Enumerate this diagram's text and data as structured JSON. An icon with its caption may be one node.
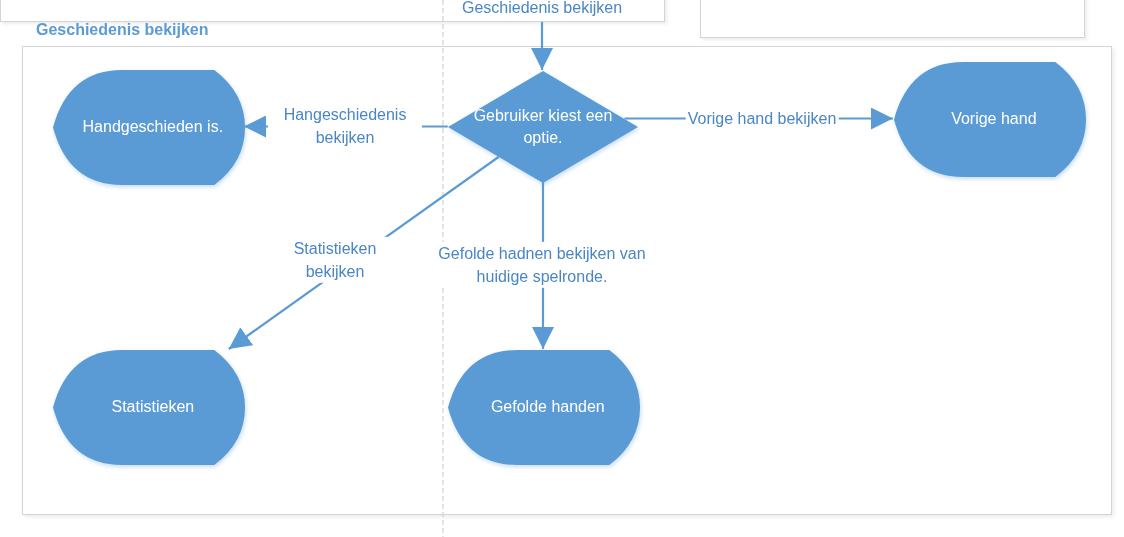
{
  "diagram": {
    "nodes": [
      {
        "text": [],
        "shape": "box"
      },
      {
        "text": [],
        "shape": "box"
      },
      {
        "text": [
          "Geschiedenis bekijken"
        ]
      },
      {
        "text": [
          "Gebruiker kiest een optie."
        ],
        "in": 2
      },
      {
        "text": [
          "Handgeschieden is."
        ],
        "in": 2
      },
      {
        "text": [
          "Vorige hand"
        ],
        "in": 2
      },
      {
        "text": [
          "Statistieken"
        ],
        "in": 2
      },
      {
        "text": [
          "Gefolde handen"
        ],
        "in": 2
      }
    ],
    "edges": [
      {
        "from": 0,
        "to": 3,
        "arrow": "to",
        "label": "Geschiedenis bekijken"
      },
      {
        "from": 3,
        "to": 4,
        "arrow": "to",
        "label": "Hangeschiedenis bekijken"
      },
      {
        "from": 3,
        "to": 5,
        "arrow": "to",
        "label": "Vorige hand bekijken"
      },
      {
        "from": 3,
        "to": 6,
        "arrow": "to",
        "label": "Statistieken bekijken"
      },
      {
        "from": 3,
        "to": 7,
        "arrow": "to",
        "label": "Gefolde hadnen bekijken van huidige spelronde."
      }
    ]
  }
}
